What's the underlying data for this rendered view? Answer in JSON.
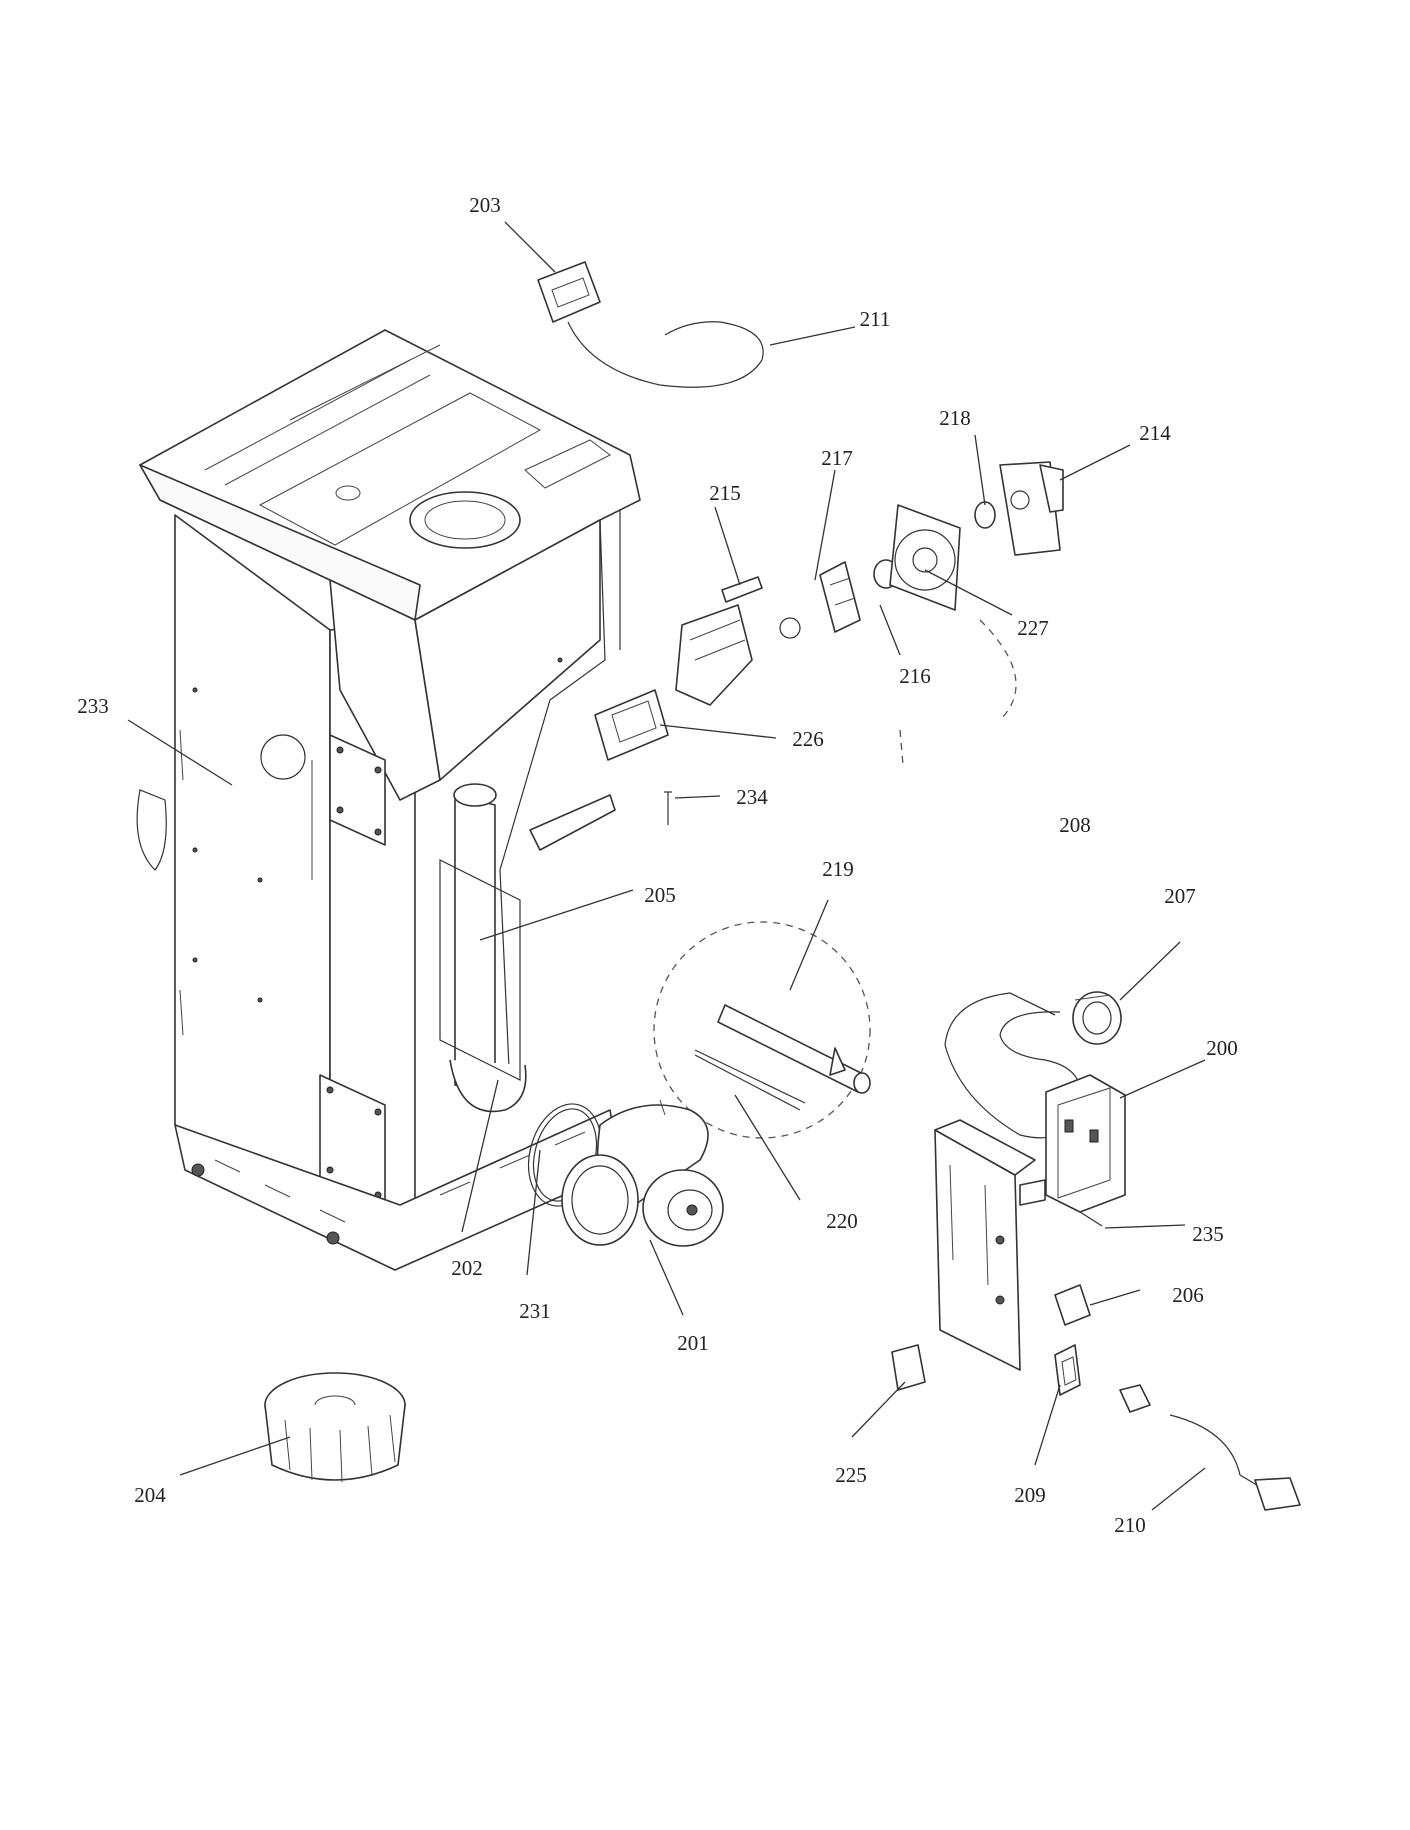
{
  "callouts": {
    "c200": "200",
    "c201": "201",
    "c202": "202",
    "c203": "203",
    "c204": "204",
    "c205": "205",
    "c206": "206",
    "c207": "207",
    "c208": "208",
    "c209": "209",
    "c210": "210",
    "c211": "211",
    "c214": "214",
    "c215": "215",
    "c216": "216",
    "c217": "217",
    "c218": "218",
    "c219": "219",
    "c220": "220",
    "c225": "225",
    "c226": "226",
    "c227": "227",
    "c231": "231",
    "c233": "233",
    "c234": "234",
    "c235": "235"
  }
}
